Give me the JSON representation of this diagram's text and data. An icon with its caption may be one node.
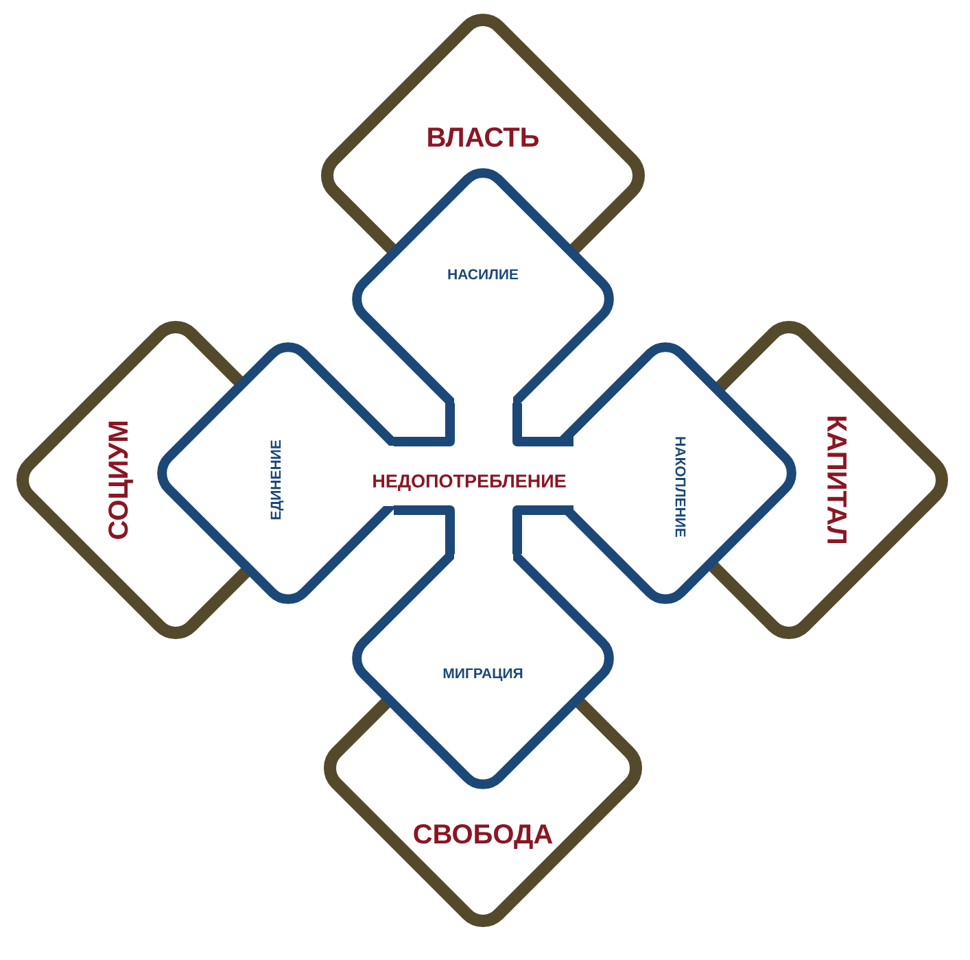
{
  "diagram": {
    "nodes": [
      {
        "text": [
          "ВЛАСТЬ"
        ]
      },
      {
        "text": [
          "НАСИЛИЕ"
        ]
      },
      {
        "text": [
          "СОЦИУМ"
        ]
      },
      {
        "text": [
          "ЕДИНЕНИЕ"
        ]
      },
      {
        "text": [
          "НЕДОПОТРЕБЛЕНИЕ"
        ]
      },
      {
        "text": [
          "НАКОПЛЕНИЕ"
        ]
      },
      {
        "text": [
          "КАПИТАЛ"
        ]
      },
      {
        "text": [
          "МИГРАЦИЯ"
        ]
      },
      {
        "text": [
          "СВОБОДА"
        ]
      }
    ],
    "edges": []
  }
}
